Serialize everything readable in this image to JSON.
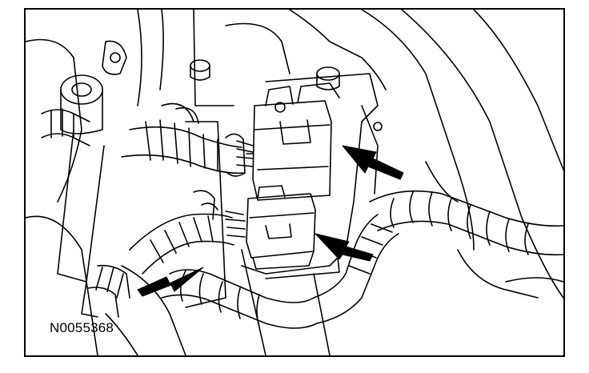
{
  "figure": {
    "id_label": "N0055368",
    "line_color": "#000000",
    "background": "#ffffff",
    "callouts": [
      {
        "name": "arrow-upper-right",
        "direction": "points-left"
      },
      {
        "name": "arrow-middle-right",
        "direction": "points-left"
      },
      {
        "name": "arrow-lower-left",
        "direction": "points-right"
      }
    ]
  }
}
